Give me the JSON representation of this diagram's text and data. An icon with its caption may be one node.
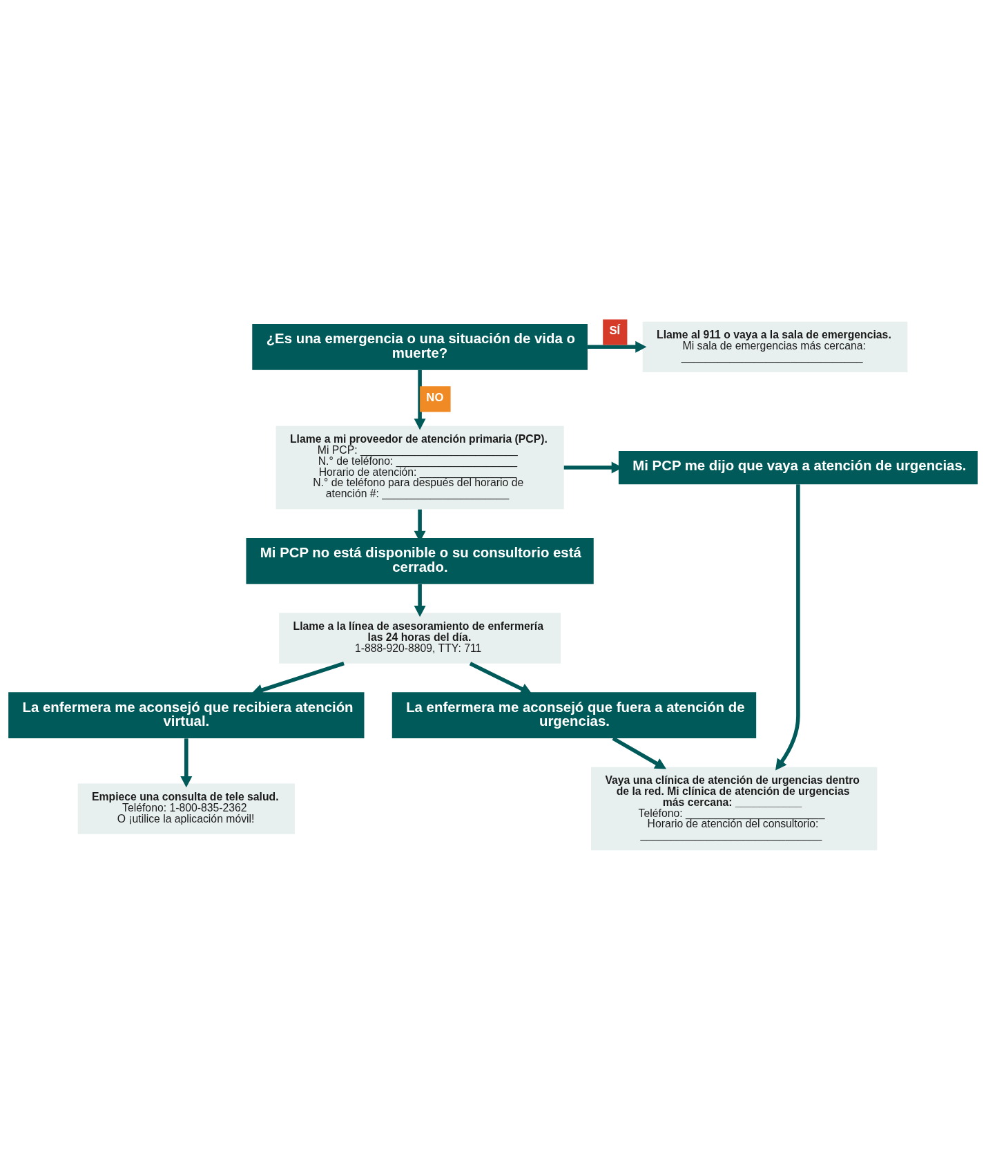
{
  "diagram": {
    "nodes": [
      {
        "text": [
          "¿Es una emergencia o una situación de vida o muerte?"
        ]
      },
      {
        "text": [
          "Llame al 911 o vaya a la sala de emergencias.",
          "Mi sala de emergencias más cercana:",
          "______________________________"
        ]
      },
      {
        "text": [
          "Llame a mi proveedor de atención primaria (PCP).",
          "Mi PCP: __________________________",
          "N.° de teléfono: ____________________",
          "Horario de atención: ________________",
          "N.° de teléfono para después del horario de atención #: _____________________"
        ]
      },
      {
        "text": [
          "Mi PCP me dijo que vaya a atención de urgencias."
        ]
      },
      {
        "text": [
          "Mi PCP no está disponible o su consultorio está cerrado."
        ]
      },
      {
        "text": [
          "Llame a la línea de asesoramiento de enfermería las 24 horas del día.",
          "1-888-920-8809, TTY: 711"
        ]
      },
      {
        "text": [
          "La enfermera me aconsejó que recibiera atención virtual."
        ]
      },
      {
        "text": [
          "La enfermera me aconsejó que fuera a atención de urgencias."
        ]
      },
      {
        "text": [
          "Empiece una consulta de tele salud.",
          "Teléfono: 1-800-835-2362",
          "O ¡utilice la aplicación móvil!"
        ]
      },
      {
        "text": [
          "Vaya una clínica de atención de urgencias dentro de la red. Mi clínica de atención de urgencias más cercana: ___________",
          "Teléfono: _______________________",
          "Horario de atención del consultorio:",
          "______________________________"
        ]
      }
    ],
    "edges": [
      {
        "from": 0,
        "to": 1,
        "arrow": "to",
        "label": "SÍ"
      },
      {
        "from": 0,
        "to": 2,
        "arrow": "to",
        "label": "NO"
      },
      {
        "from": 2,
        "to": 3,
        "arrow": "to"
      },
      {
        "from": 2,
        "to": 4,
        "arrow": "to"
      },
      {
        "from": 4,
        "to": 5,
        "arrow": "to"
      },
      {
        "from": 5,
        "to": 6,
        "arrow": "to"
      },
      {
        "from": 5,
        "to": 7,
        "arrow": "to"
      },
      {
        "from": 3,
        "to": 9,
        "arrow": "to"
      },
      {
        "from": 6,
        "to": 8,
        "arrow": "to"
      },
      {
        "from": 7,
        "to": 9,
        "arrow": "to"
      }
    ]
  }
}
